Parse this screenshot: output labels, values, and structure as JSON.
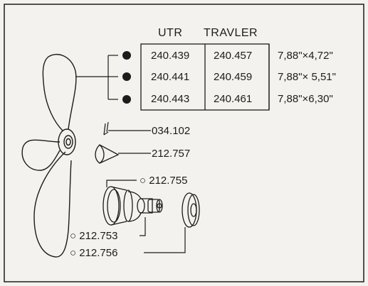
{
  "table": {
    "headers": [
      "UTR",
      "TRAVLER"
    ],
    "rows": [
      {
        "utr": "240.439",
        "travler": "240.457",
        "size": "7,88\"×4,72\""
      },
      {
        "utr": "240.441",
        "travler": "240.459",
        "size": "7,88\"× 5,51\""
      },
      {
        "utr": "240.443",
        "travler": "240.461",
        "size": "7,88\"×6,30\""
      }
    ]
  },
  "parts": {
    "pin": "034.102",
    "cone": "212.757",
    "bushing_top": "○ 212.755",
    "hub": "○ 212.753",
    "washer": "○ 212.756"
  },
  "colors": {
    "ink": "#1c1c1c",
    "paper": "#f4f2ee"
  }
}
